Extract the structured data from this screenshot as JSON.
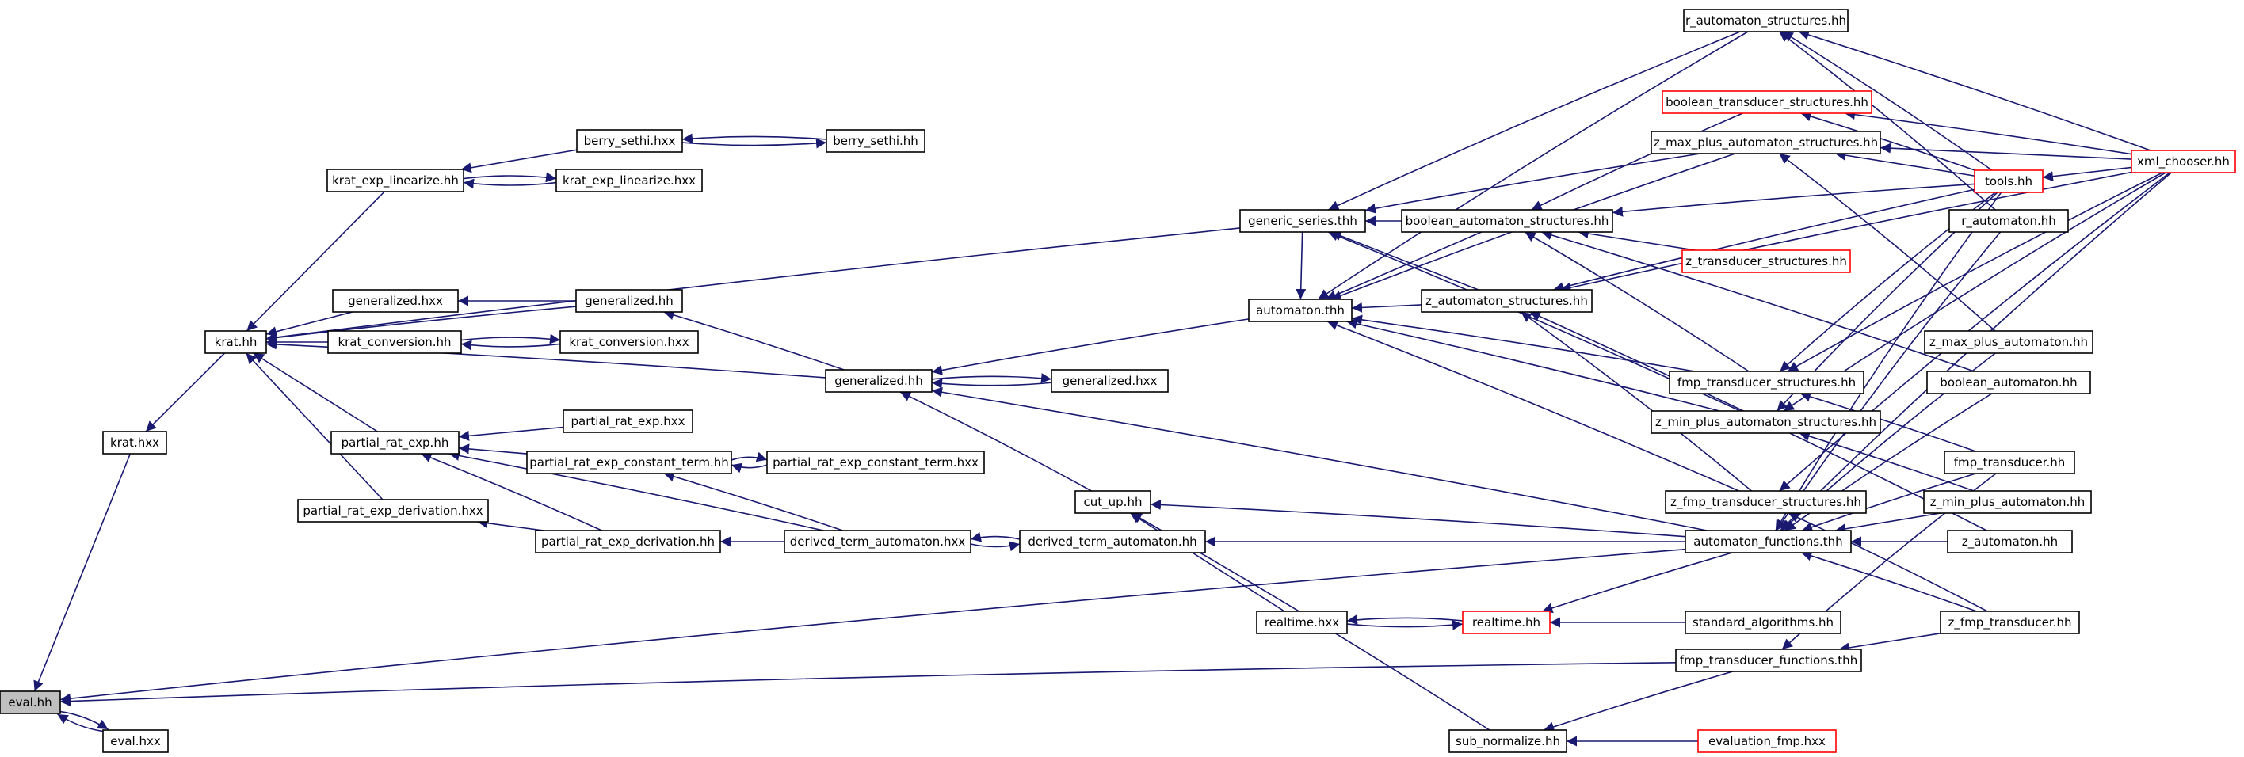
{
  "colors": {
    "edge": "#191970",
    "node_border": "#000000",
    "highlight_border": "#ff0000",
    "root_fill": "#bfbfbf",
    "node_fill": "#ffffff"
  },
  "nodes": {
    "eval_hh": {
      "label": "eval.hh",
      "style": "root"
    },
    "eval_hxx": {
      "label": "eval.hxx"
    },
    "krat_hxx": {
      "label": "krat.hxx"
    },
    "krat_hh": {
      "label": "krat.hh"
    },
    "krat_exp_linearize_hh": {
      "label": "krat_exp_linearize.hh"
    },
    "berry_sethi_hxx": {
      "label": "berry_sethi.hxx"
    },
    "berry_sethi": {
      "label": "berry_sethi.hh"
    },
    "krat_exp_linearize_hxx": {
      "label": "krat_exp_linearize.hxx"
    },
    "generalized_hxx_a": {
      "label": "generalized.hxx"
    },
    "generalized_hh_a": {
      "label": "generalized.hh"
    },
    "krat_conversion_hh": {
      "label": "krat_conversion.hh"
    },
    "krat_conversion_hxx": {
      "label": "krat_conversion.hxx"
    },
    "partial_rat_exp_hh": {
      "label": "partial_rat_exp.hh"
    },
    "partial_rat_exp_hxx": {
      "label": "partial_rat_exp.hxx"
    },
    "prect_hh": {
      "label": "partial_rat_exp_constant_term.hh"
    },
    "prect_hxx": {
      "label": "partial_rat_exp_constant_term.hxx"
    },
    "pred_hxx": {
      "label": "partial_rat_exp_derivation.hxx"
    },
    "pred_hh": {
      "label": "partial_rat_exp_derivation.hh"
    },
    "dta_hxx": {
      "label": "derived_term_automaton.hxx"
    },
    "dta_hh": {
      "label": "derived_term_automaton.hh"
    },
    "generalized_hh_b": {
      "label": "generalized.hh"
    },
    "generalized_hxx_b": {
      "label": "generalized.hxx"
    },
    "cut_up_hh": {
      "label": "cut_up.hh"
    },
    "realtime_hxx": {
      "label": "realtime.hxx"
    },
    "realtime_hh": {
      "label": "realtime.hh",
      "style": "red"
    },
    "sub_normalize_hh": {
      "label": "sub_normalize.hh"
    },
    "evaluation_fmp_hxx": {
      "label": "evaluation_fmp.hxx",
      "style": "red"
    },
    "standard_algorithms_hh": {
      "label": "standard_algorithms.hh"
    },
    "automaton_functions_thh": {
      "label": "automaton_functions.thh"
    },
    "fmp_transducer_functions_thh": {
      "label": "fmp_transducer_functions.thh"
    },
    "z_fmp_transducer_hh": {
      "label": "z_fmp_transducer.hh"
    },
    "automaton_thh": {
      "label": "automaton.thh"
    },
    "generic_series_thh": {
      "label": "generic_series.thh"
    },
    "boolean_automaton_structures_hh": {
      "label": "boolean_automaton_structures.hh"
    },
    "z_automaton_structures_hh": {
      "label": "z_automaton_structures.hh"
    },
    "z_transducer_structures_hh": {
      "label": "z_transducer_structures.hh",
      "style": "red"
    },
    "boolean_transducer_structures_hh": {
      "label": "boolean_transducer_structures.hh",
      "style": "red"
    },
    "z_max_plus_automaton_structures_hh": {
      "label": "z_max_plus_automaton_structures.hh"
    },
    "r_automaton_structures_hh": {
      "label": "r_automaton_structures.hh"
    },
    "fmp_transducer_structures_hh": {
      "label": "fmp_transducer_structures.hh"
    },
    "z_min_plus_automaton_structures_hh": {
      "label": "z_min_plus_automaton_structures.hh"
    },
    "z_fmp_transducer_structures_hh": {
      "label": "z_fmp_transducer_structures.hh"
    },
    "tools_hh": {
      "label": "tools.hh",
      "style": "red"
    },
    "xml_chooser_hh": {
      "label": "xml_chooser.hh",
      "style": "red"
    },
    "r_automaton_hh": {
      "label": "r_automaton.hh"
    },
    "z_max_plus_automaton_hh": {
      "label": "z_max_plus_automaton.hh"
    },
    "boolean_automaton_hh": {
      "label": "boolean_automaton.hh"
    },
    "fmp_transducer_hh": {
      "label": "fmp_transducer.hh"
    },
    "z_min_plus_automaton_hh": {
      "label": "z_min_plus_automaton.hh"
    },
    "z_automaton_hh": {
      "label": "z_automaton.hh"
    }
  },
  "edges": [
    [
      "eval_hxx",
      "eval_hh"
    ],
    [
      "eval_hh",
      "eval_hxx"
    ],
    [
      "krat_hxx",
      "eval_hh"
    ],
    [
      "krat_hh",
      "krat_hxx"
    ],
    [
      "automaton_functions_thh",
      "eval_hh"
    ],
    [
      "fmp_transducer_functions_thh",
      "eval_hh"
    ],
    [
      "krat_exp_linearize_hh",
      "krat_hh"
    ],
    [
      "berry_sethi_hxx",
      "krat_exp_linearize_hh"
    ],
    [
      "berry_sethi",
      "berry_sethi_hxx"
    ],
    [
      "berry_sethi_hxx",
      "berry_sethi"
    ],
    [
      "krat_exp_linearize_hxx",
      "krat_exp_linearize_hh"
    ],
    [
      "krat_exp_linearize_hh",
      "krat_exp_linearize_hxx"
    ],
    [
      "generic_series_thh",
      "krat_hh"
    ],
    [
      "generalized_hh_a",
      "krat_hh"
    ],
    [
      "generalized_hxx_a",
      "krat_hh"
    ],
    [
      "generalized_hh_a",
      "generalized_hxx_a"
    ],
    [
      "krat_conversion_hh",
      "krat_hh"
    ],
    [
      "krat_conversion_hxx",
      "krat_conversion_hh"
    ],
    [
      "krat_conversion_hh",
      "krat_conversion_hxx"
    ],
    [
      "generalized_hh_b",
      "krat_hh"
    ],
    [
      "partial_rat_exp_hh",
      "krat_hh"
    ],
    [
      "pred_hxx",
      "krat_hh"
    ],
    [
      "generalized_hh_b",
      "generalized_hh_a"
    ],
    [
      "partial_rat_exp_hxx",
      "partial_rat_exp_hh"
    ],
    [
      "prect_hh",
      "partial_rat_exp_hh"
    ],
    [
      "pred_hh",
      "partial_rat_exp_hh"
    ],
    [
      "dta_hxx",
      "partial_rat_exp_hh"
    ],
    [
      "prect_hxx",
      "prect_hh"
    ],
    [
      "prect_hh",
      "prect_hxx"
    ],
    [
      "dta_hxx",
      "prect_hh"
    ],
    [
      "pred_hh",
      "pred_hxx"
    ],
    [
      "dta_hxx",
      "pred_hh"
    ],
    [
      "dta_hh",
      "dta_hxx"
    ],
    [
      "dta_hxx",
      "dta_hh"
    ],
    [
      "automaton_functions_thh",
      "dta_hh"
    ],
    [
      "automaton_thh",
      "generalized_hh_b"
    ],
    [
      "generalized_hxx_b",
      "generalized_hh_b"
    ],
    [
      "generalized_hh_b",
      "generalized_hxx_b"
    ],
    [
      "cut_up_hh",
      "generalized_hh_b"
    ],
    [
      "automaton_functions_thh",
      "generalized_hh_b"
    ],
    [
      "automaton_functions_thh",
      "cut_up_hh"
    ],
    [
      "realtime_hxx",
      "cut_up_hh"
    ],
    [
      "sub_normalize_hh",
      "cut_up_hh"
    ],
    [
      "realtime_hh",
      "realtime_hxx"
    ],
    [
      "realtime_hxx",
      "realtime_hh"
    ],
    [
      "standard_algorithms_hh",
      "realtime_hh"
    ],
    [
      "automaton_functions_thh",
      "realtime_hh"
    ],
    [
      "fmp_transducer_functions_thh",
      "sub_normalize_hh"
    ],
    [
      "evaluation_fmp_hxx",
      "sub_normalize_hh"
    ],
    [
      "z_fmp_transducer_hh",
      "fmp_transducer_functions_thh"
    ],
    [
      "generic_series_thh",
      "automaton_thh"
    ],
    [
      "boolean_automaton_structures_hh",
      "automaton_thh"
    ],
    [
      "z_automaton_structures_hh",
      "automaton_thh"
    ],
    [
      "fmp_transducer_structures_hh",
      "automaton_thh"
    ],
    [
      "z_min_plus_automaton_structures_hh",
      "automaton_thh"
    ],
    [
      "z_max_plus_automaton_structures_hh",
      "automaton_thh"
    ],
    [
      "r_automaton_structures_hh",
      "automaton_thh"
    ],
    [
      "z_fmp_transducer_structures_hh",
      "automaton_thh"
    ],
    [
      "r_automaton_structures_hh",
      "generic_series_thh"
    ],
    [
      "boolean_automaton_structures_hh",
      "generic_series_thh"
    ],
    [
      "z_automaton_structures_hh",
      "generic_series_thh"
    ],
    [
      "z_max_plus_automaton_structures_hh",
      "generic_series_thh"
    ],
    [
      "z_min_plus_automaton_structures_hh",
      "generic_series_thh"
    ],
    [
      "boolean_transducer_structures_hh",
      "boolean_automaton_structures_hh"
    ],
    [
      "z_transducer_structures_hh",
      "boolean_automaton_structures_hh"
    ],
    [
      "tools_hh",
      "boolean_automaton_structures_hh"
    ],
    [
      "fmp_transducer_structures_hh",
      "boolean_automaton_structures_hh"
    ],
    [
      "boolean_automaton_hh",
      "boolean_automaton_structures_hh"
    ],
    [
      "tools_hh",
      "z_automaton_structures_hh"
    ],
    [
      "z_fmp_transducer_structures_hh",
      "z_automaton_structures_hh"
    ],
    [
      "xml_chooser_hh",
      "z_automaton_structures_hh"
    ],
    [
      "z_automaton_hh",
      "z_automaton_structures_hh"
    ],
    [
      "tools_hh",
      "boolean_transducer_structures_hh"
    ],
    [
      "xml_chooser_hh",
      "boolean_transducer_structures_hh"
    ],
    [
      "tools_hh",
      "z_max_plus_automaton_structures_hh"
    ],
    [
      "xml_chooser_hh",
      "z_max_plus_automaton_structures_hh"
    ],
    [
      "z_max_plus_automaton_hh",
      "z_max_plus_automaton_structures_hh"
    ],
    [
      "tools_hh",
      "r_automaton_structures_hh"
    ],
    [
      "xml_chooser_hh",
      "r_automaton_structures_hh"
    ],
    [
      "r_automaton_hh",
      "r_automaton_structures_hh"
    ],
    [
      "tools_hh",
      "fmp_transducer_structures_hh"
    ],
    [
      "xml_chooser_hh",
      "fmp_transducer_structures_hh"
    ],
    [
      "fmp_transducer_hh",
      "fmp_transducer_structures_hh"
    ],
    [
      "tools_hh",
      "z_min_plus_automaton_structures_hh"
    ],
    [
      "xml_chooser_hh",
      "z_min_plus_automaton_structures_hh"
    ],
    [
      "z_min_plus_automaton_hh",
      "z_min_plus_automaton_structures_hh"
    ],
    [
      "xml_chooser_hh",
      "tools_hh"
    ],
    [
      "tools_hh",
      "automaton_functions_thh"
    ],
    [
      "xml_chooser_hh",
      "automaton_functions_thh"
    ],
    [
      "r_automaton_hh",
      "automaton_functions_thh"
    ],
    [
      "z_max_plus_automaton_hh",
      "automaton_functions_thh"
    ],
    [
      "boolean_automaton_hh",
      "automaton_functions_thh"
    ],
    [
      "fmp_transducer_hh",
      "automaton_functions_thh"
    ],
    [
      "z_min_plus_automaton_hh",
      "automaton_functions_thh"
    ],
    [
      "z_automaton_hh",
      "automaton_functions_thh"
    ],
    [
      "fmp_transducer_hh",
      "fmp_transducer_functions_thh"
    ],
    [
      "z_fmp_transducer_hh",
      "automaton_functions_thh"
    ],
    [
      "z_fmp_transducer_hh",
      "z_fmp_transducer_structures_hh"
    ],
    [
      "xml_chooser_hh",
      "z_fmp_transducer_structures_hh"
    ]
  ]
}
